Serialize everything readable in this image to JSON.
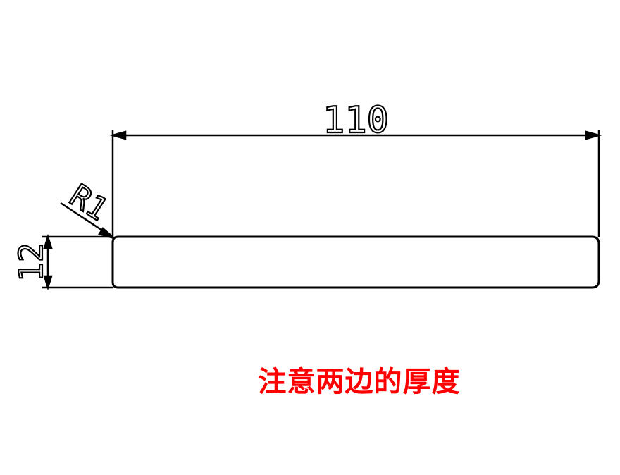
{
  "drawing": {
    "length_dimension": "110",
    "height_dimension": "12",
    "radius_dimension": "R1",
    "line_color": "#000000"
  },
  "note": {
    "text": "注意两边的厚度",
    "color": "#ff0000"
  }
}
